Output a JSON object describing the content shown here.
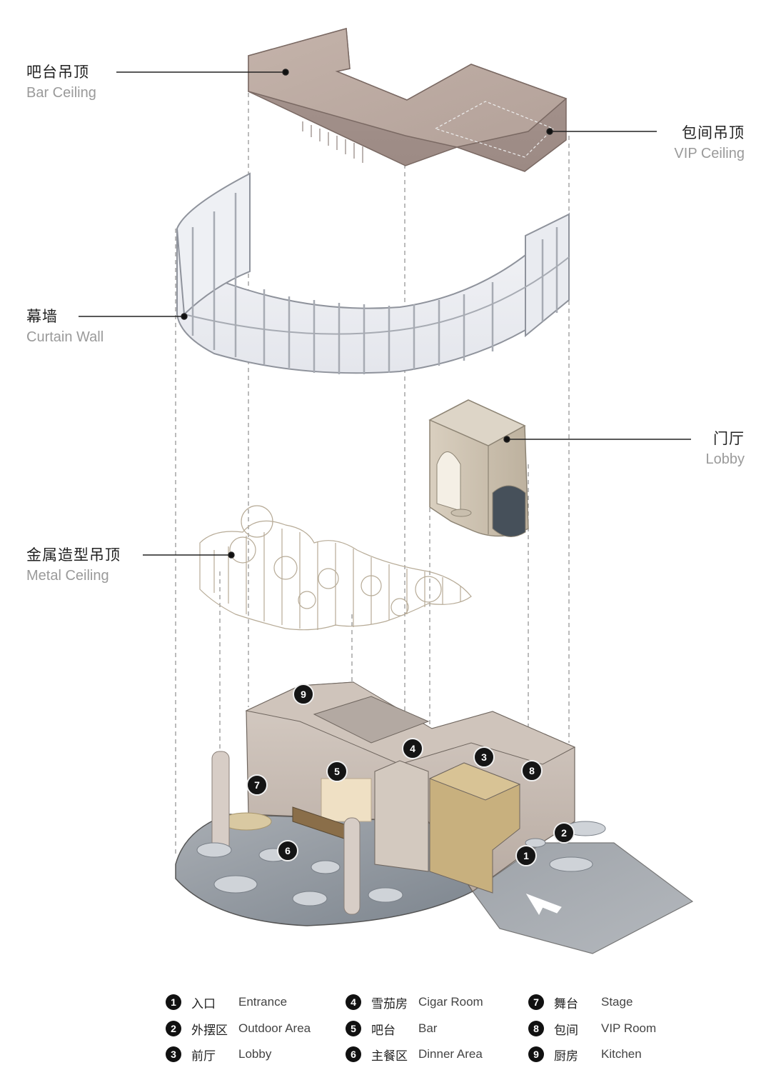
{
  "callouts": {
    "bar_ceiling": {
      "cn": "吧台吊顶",
      "en": "Bar Ceiling"
    },
    "vip_ceiling": {
      "cn": "包间吊顶",
      "en": "VIP Ceiling"
    },
    "curtain_wall": {
      "cn": "幕墙",
      "en": "Curtain Wall"
    },
    "lobby": {
      "cn": "门厅",
      "en": "Lobby"
    },
    "metal_ceiling": {
      "cn": "金属造型吊顶",
      "en": "Metal Ceiling"
    }
  },
  "legend": [
    {
      "num": "1",
      "cn": "入口",
      "en": "Entrance"
    },
    {
      "num": "2",
      "cn": "外摆区",
      "en": "Outdoor Area"
    },
    {
      "num": "3",
      "cn": "前厅",
      "en": "Lobby"
    },
    {
      "num": "4",
      "cn": "雪茄房",
      "en": "Cigar Room"
    },
    {
      "num": "5",
      "cn": "吧台",
      "en": "Bar"
    },
    {
      "num": "6",
      "cn": "主餐区",
      "en": "Dinner Area"
    },
    {
      "num": "7",
      "cn": "舞台",
      "en": "Stage"
    },
    {
      "num": "8",
      "cn": "包间",
      "en": "VIP Room"
    },
    {
      "num": "9",
      "cn": "厨房",
      "en": "Kitchen"
    }
  ],
  "plan_markers": [
    "9",
    "4",
    "3",
    "5",
    "8",
    "7",
    "2",
    "6",
    "1"
  ]
}
